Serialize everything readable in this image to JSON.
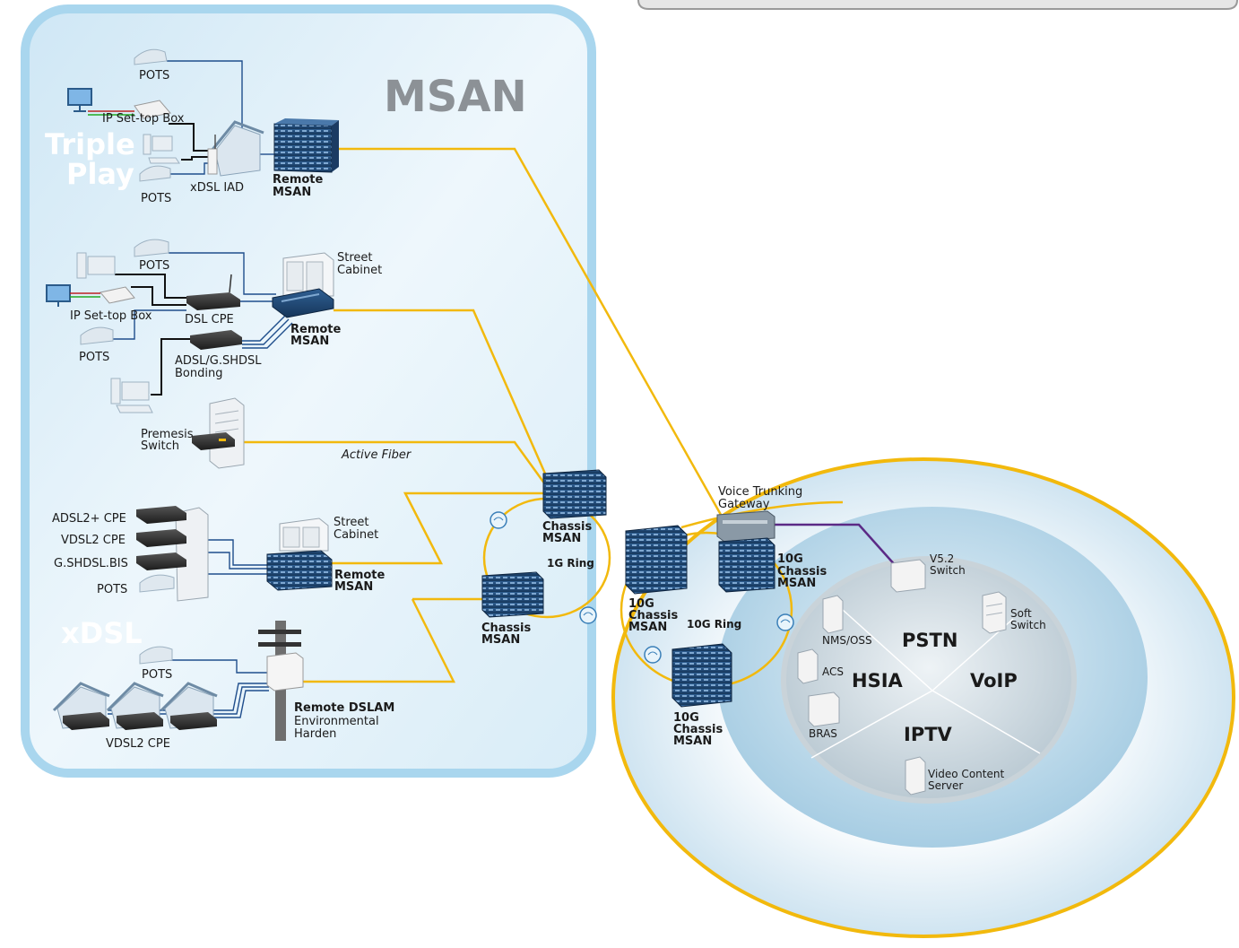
{
  "panel": {
    "title": "MSAN",
    "triple_play_line1": "Triple",
    "triple_play_line2": "Play",
    "xdsl": "xDSL"
  },
  "triple_play_group": {
    "pots_top": "POTS",
    "ip_settop": "IP Set-top Box",
    "xdsl_iad": "xDSL IAD",
    "pots_bottom": "POTS",
    "remote_msan_line1": "Remote",
    "remote_msan_line2": "MSAN"
  },
  "cabinet_group": {
    "pots_top": "POTS",
    "street_cabinet_line1": "Street",
    "street_cabinet_line2": "Cabinet",
    "ip_settop": "IP Set-top Box",
    "dsl_cpe": "DSL CPE",
    "remote_msan_line1": "Remote",
    "remote_msan_line2": "MSAN",
    "pots_bottom": "POTS",
    "bonding_line1": "ADSL/G.SHDSL",
    "bonding_line2": "Bonding"
  },
  "premises_group": {
    "premesis_line1": "Premesis",
    "premesis_line2": "Switch",
    "active_fiber": "Active Fiber"
  },
  "cpe_group": {
    "adsl2plus_cpe": "ADSL2+ CPE",
    "vdsl2_cpe": "VDSL2 CPE",
    "gshdsl_bis": "G.SHDSL.BIS",
    "pots": "POTS",
    "street_cabinet_line1": "Street",
    "street_cabinet_line2": "Cabinet",
    "remote_msan_line1": "Remote",
    "remote_msan_line2": "MSAN"
  },
  "dslam_group": {
    "pots": "POTS",
    "vdsl2_cpe": "VDSL2 CPE",
    "remote_dslam": "Remote DSLAM",
    "env_line1": "Environmental",
    "env_line2": "Harden"
  },
  "aggregation": {
    "chassis_top_line1": "Chassis",
    "chassis_top_line2": "MSAN",
    "ring_1g": "1G Ring",
    "chassis_bottom_line1": "Chassis",
    "chassis_bottom_line2": "MSAN",
    "tenG_left_line1": "10G",
    "tenG_left_line2": "Chassis",
    "tenG_left_line3": "MSAN",
    "ring_10g": "10G Ring",
    "tenG_bottom_line1": "10G",
    "tenG_bottom_line2": "Chassis",
    "tenG_bottom_line3": "MSAN",
    "tenG_right_line1": "10G",
    "tenG_right_line2": "Chassis",
    "tenG_right_line3": "MSAN",
    "vtg_line1": "Voice Trunking",
    "vtg_line2": "Gateway"
  },
  "core": {
    "v52_line1": "V5.2",
    "v52_line2": "Switch",
    "soft_line1": "Soft",
    "soft_line2": "Switch",
    "nms": "NMS/OSS",
    "acs": "ACS",
    "bras": "BRAS",
    "video_line1": "Video Content",
    "video_line2": "Server",
    "pstn": "PSTN",
    "hsia": "HSIA",
    "voip": "VoIP",
    "iptv": "IPTV"
  },
  "colors": {
    "yellow_link": "#f2b90d",
    "panel_border": "#a9d6ee",
    "cable_blue": "#1f4e8c",
    "purple_link": "#5b2a86"
  }
}
